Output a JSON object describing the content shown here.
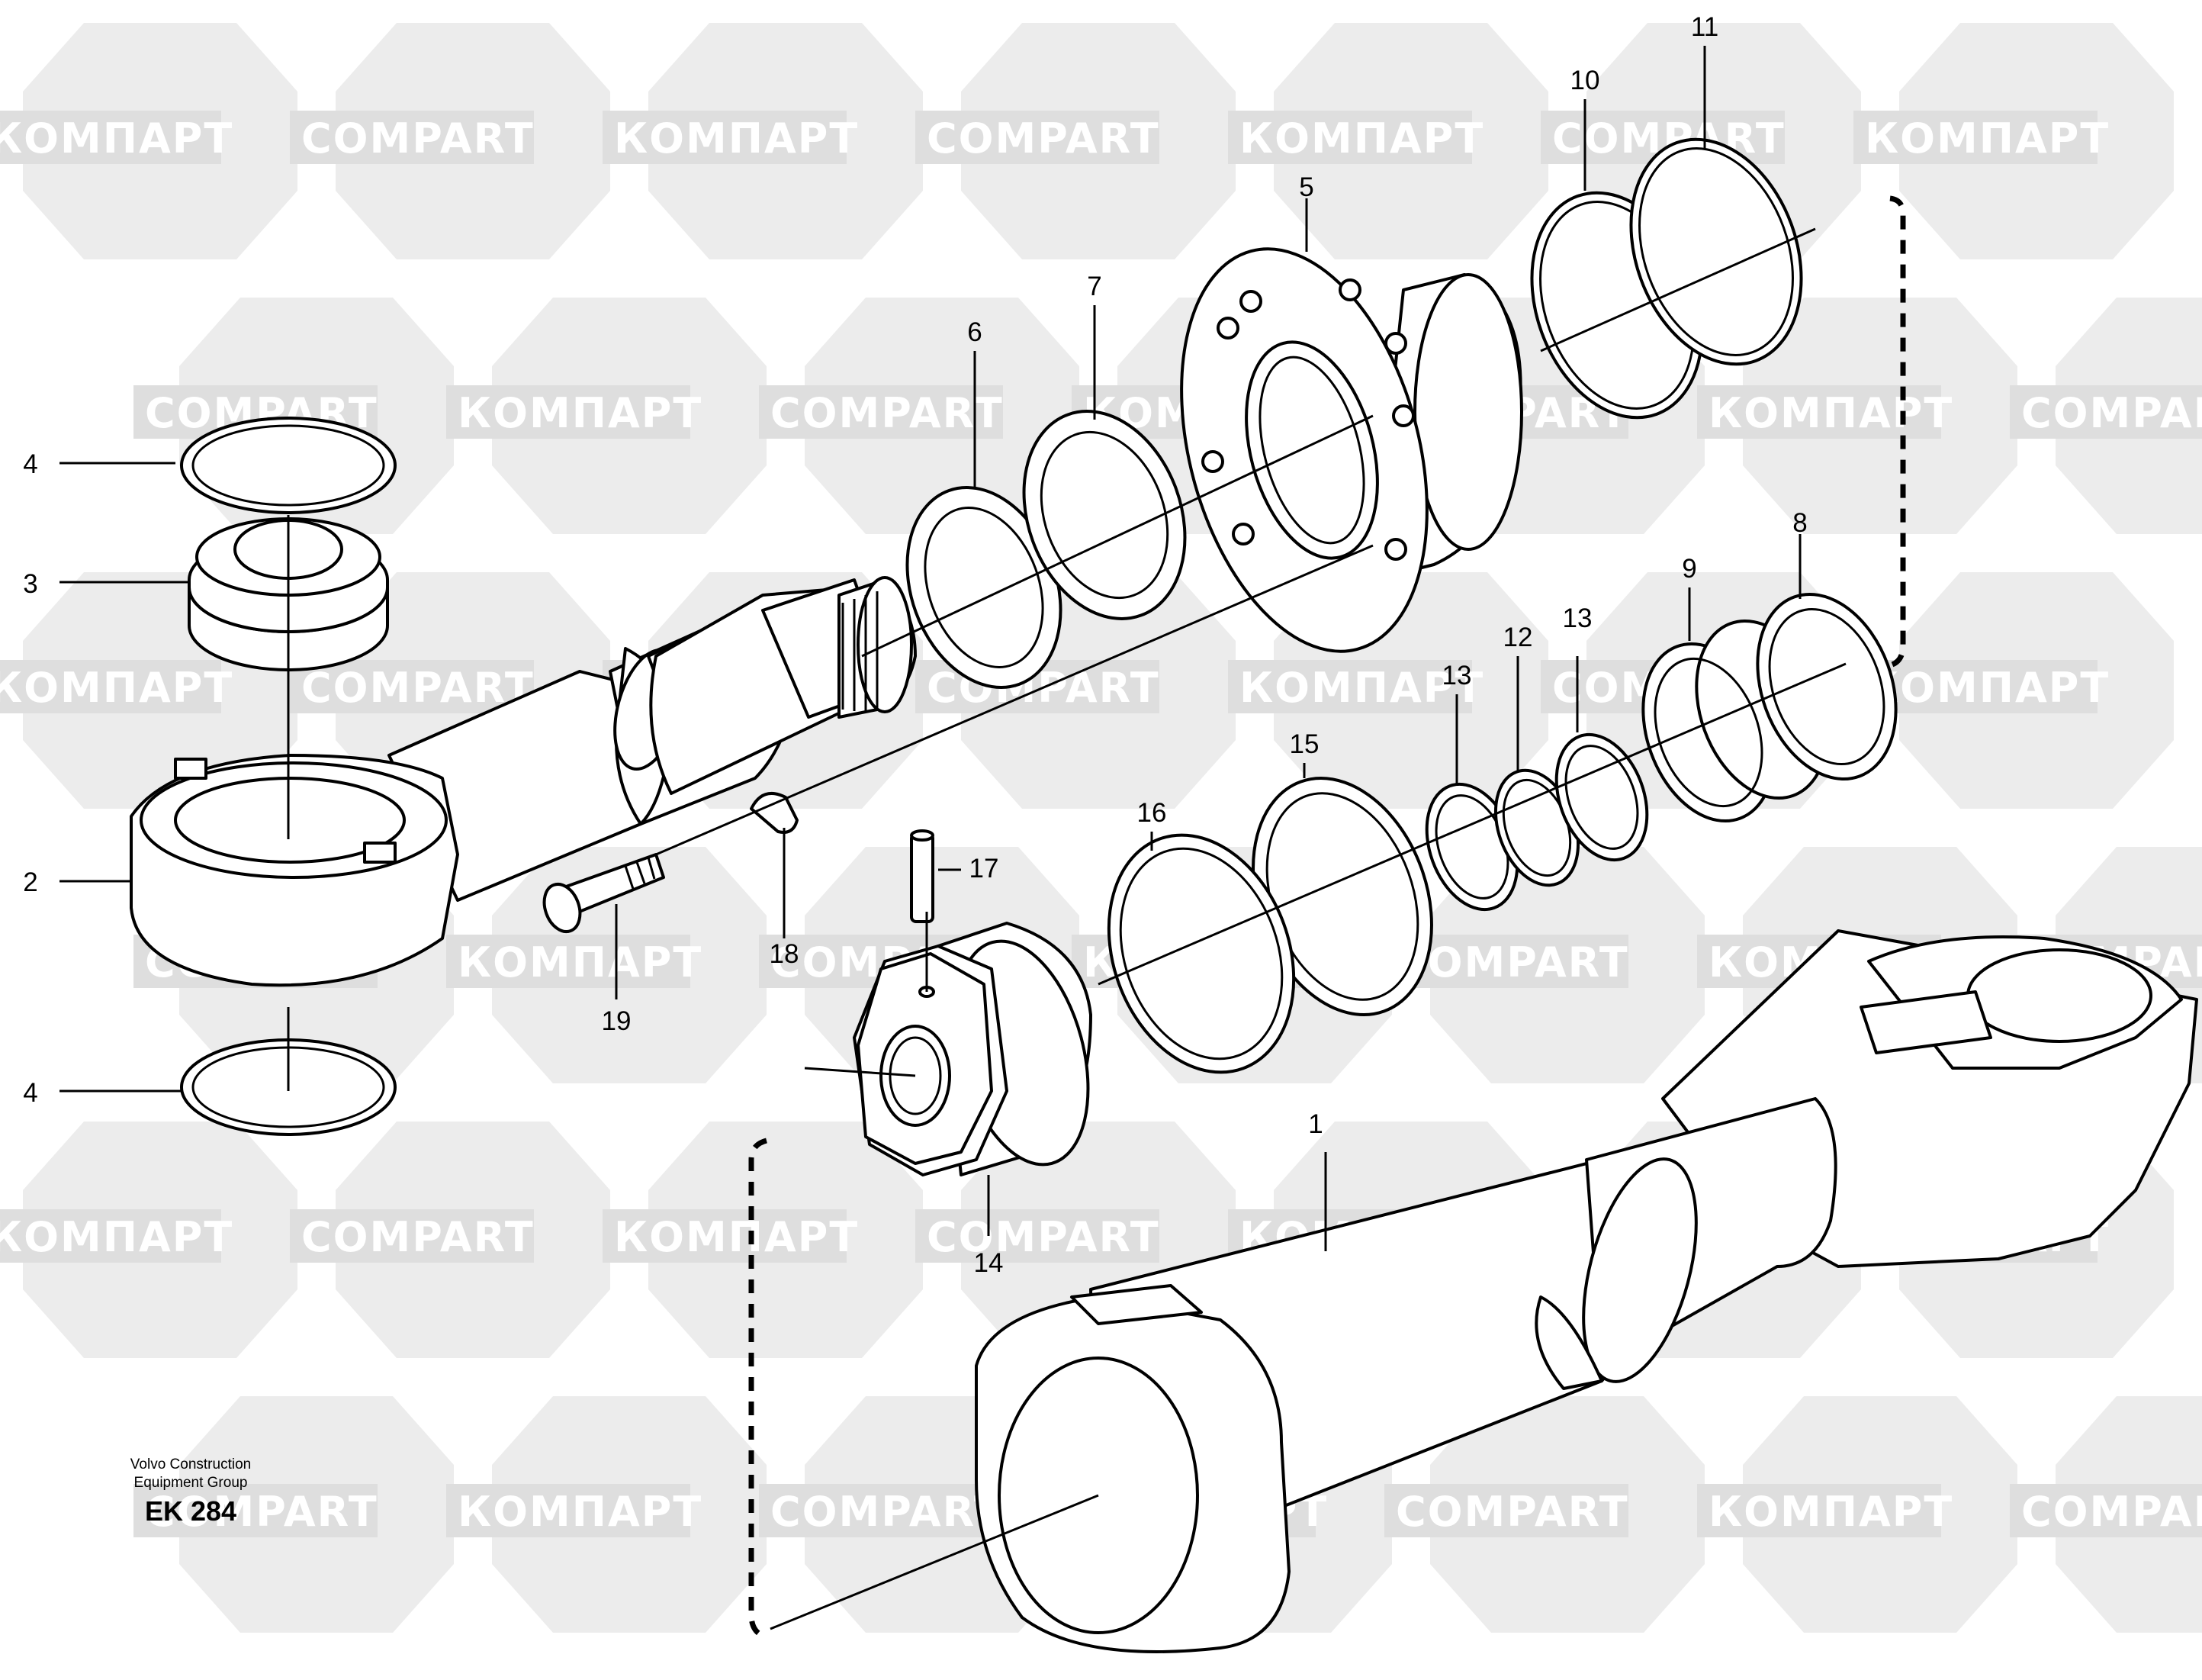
{
  "watermark": {
    "latin": "COMPART",
    "cyrillic": "КОМПАРТ"
  },
  "callouts": [
    "1",
    "2",
    "3",
    "4",
    "4",
    "5",
    "6",
    "7",
    "8",
    "9",
    "10",
    "11",
    "12",
    "13",
    "13",
    "14",
    "15",
    "16",
    "17",
    "18",
    "19"
  ],
  "footer": {
    "line1": "Volvo Construction",
    "line2": "Equipment Group",
    "code": "EK 284"
  }
}
